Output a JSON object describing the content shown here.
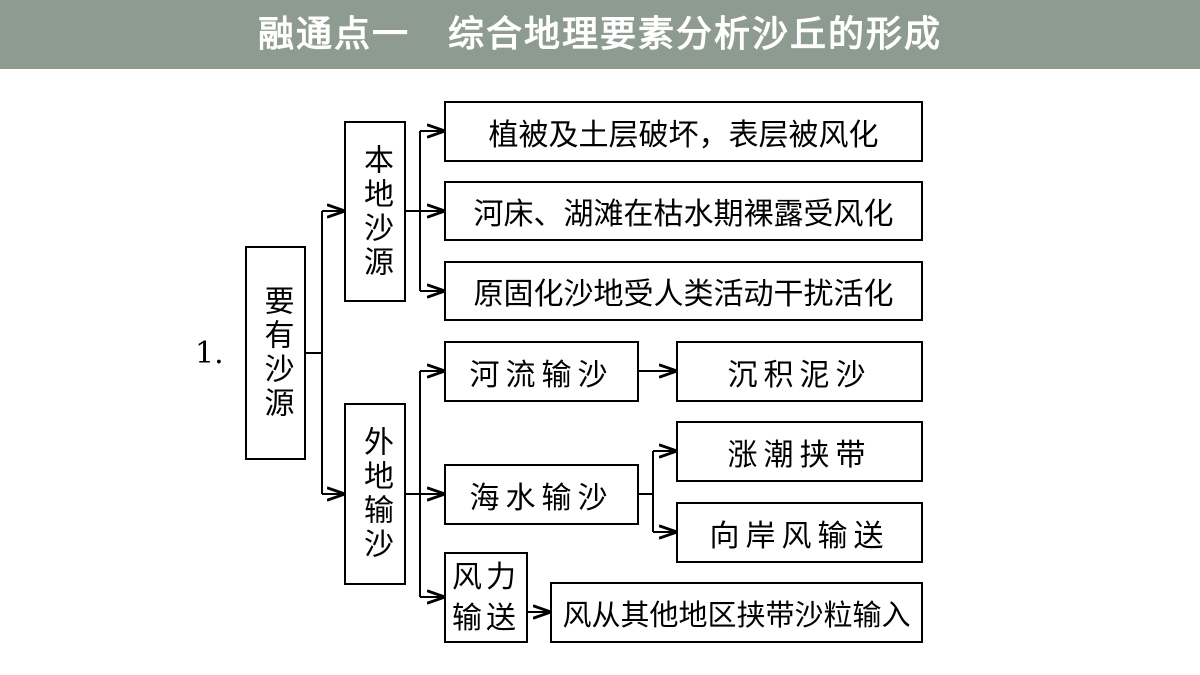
{
  "title": "融通点一　综合地理要素分析沙丘的形成",
  "diagram": {
    "number": "1.",
    "root": "要有沙源",
    "local_source": {
      "label": "本地沙源",
      "items": [
        "植被及土层破坏，表层被风化",
        "河床、湖滩在枯水期裸露受风化",
        "原固化沙地受人类活动干扰活化"
      ]
    },
    "external_source": {
      "label": "外地输沙",
      "river": {
        "label": "河流输沙",
        "result": "沉积泥沙"
      },
      "sea": {
        "label": "海水输沙",
        "results": [
          "涨潮挟带",
          "向岸风输送"
        ]
      },
      "wind": {
        "label": "风力输送",
        "result": "风从其他地区挟带沙粒输入"
      }
    }
  },
  "colors": {
    "banner": "#8e9b91",
    "banner_text": "#ffffff",
    "line": "#000000"
  }
}
